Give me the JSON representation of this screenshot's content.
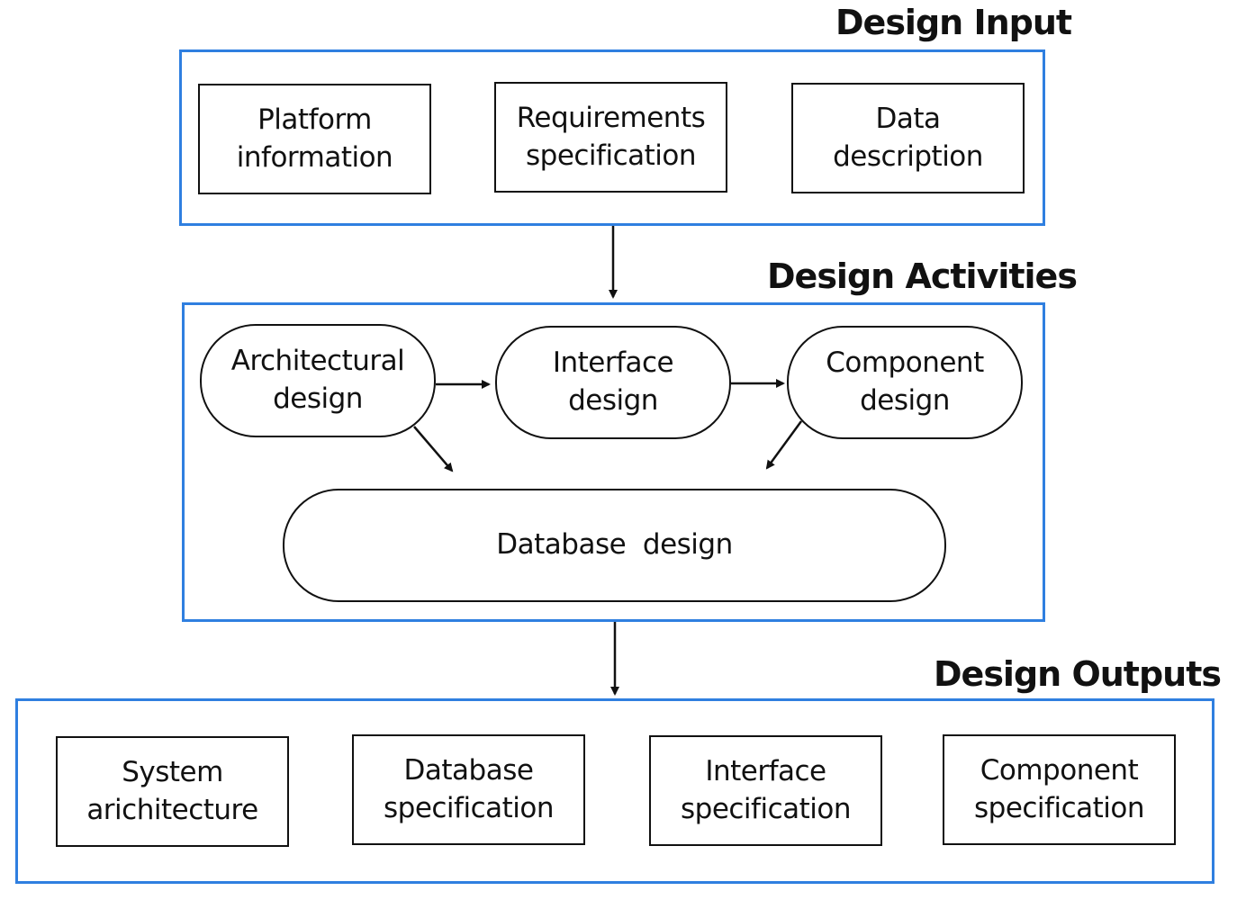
{
  "design_input": {
    "title": "Design Input",
    "items": [
      {
        "label": "Platform\ninformation"
      },
      {
        "label": "Requirements\nspecification"
      },
      {
        "label": "Data\ndescription"
      }
    ]
  },
  "design_activities": {
    "title": "Design Activities",
    "architectural": "Architectural\ndesign",
    "interface": "Interface\ndesign",
    "component": "Component\ndesign",
    "database": "Database  design"
  },
  "design_outputs": {
    "title": "Design Outputs",
    "items": [
      {
        "label": "System\narichitecture"
      },
      {
        "label": "Database\nspecification"
      },
      {
        "label": "Interface\nspecification"
      },
      {
        "label": "Component\nspecification"
      }
    ]
  },
  "colors": {
    "frame": "#2f7fe0",
    "stroke": "#111111"
  }
}
